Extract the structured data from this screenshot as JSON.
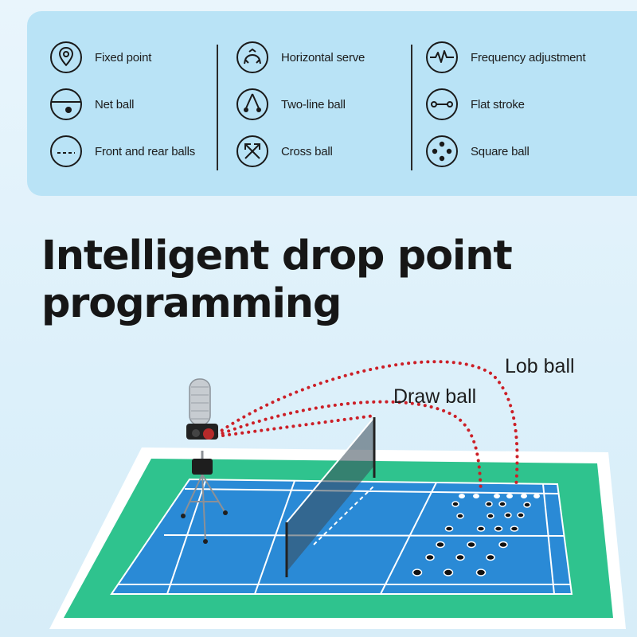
{
  "features": {
    "col1": [
      {
        "label": "Fixed point",
        "icon": "location-pin-icon"
      },
      {
        "label": "Net ball",
        "icon": "net-ball-icon"
      },
      {
        "label": "Front and rear balls",
        "icon": "front-rear-icon"
      }
    ],
    "col2": [
      {
        "label": "Horizontal serve",
        "icon": "horizontal-serve-icon"
      },
      {
        "label": "Two-line ball",
        "icon": "two-line-icon"
      },
      {
        "label": "Cross ball",
        "icon": "cross-ball-icon"
      }
    ],
    "col3": [
      {
        "label": "Frequency adjustment",
        "icon": "frequency-icon"
      },
      {
        "label": "Flat stroke",
        "icon": "flat-stroke-icon"
      },
      {
        "label": "Square ball",
        "icon": "square-ball-icon"
      }
    ]
  },
  "headline": {
    "line1": "Intelligent drop point",
    "line2": "programming"
  },
  "trajectories": {
    "lob": "Lob ball",
    "draw": "Draw ball"
  },
  "colors": {
    "panel": "#b9e3f6",
    "court_surround": "#2fc38e",
    "court": "#2a8ad6",
    "trajectory": "#cc1f27"
  }
}
